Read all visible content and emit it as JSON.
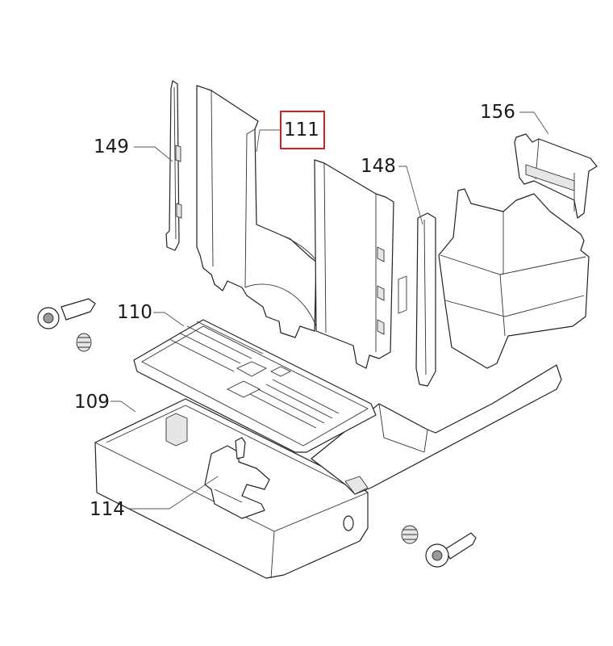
{
  "callouts": [
    {
      "id": "149",
      "label": "149"
    },
    {
      "id": "111",
      "label": "111",
      "highlighted": true
    },
    {
      "id": "148",
      "label": "148"
    },
    {
      "id": "156",
      "label": "156"
    },
    {
      "id": "110",
      "label": "110"
    },
    {
      "id": "109",
      "label": "109"
    },
    {
      "id": "114",
      "label": "114"
    }
  ],
  "highlight_color": "#d32027"
}
